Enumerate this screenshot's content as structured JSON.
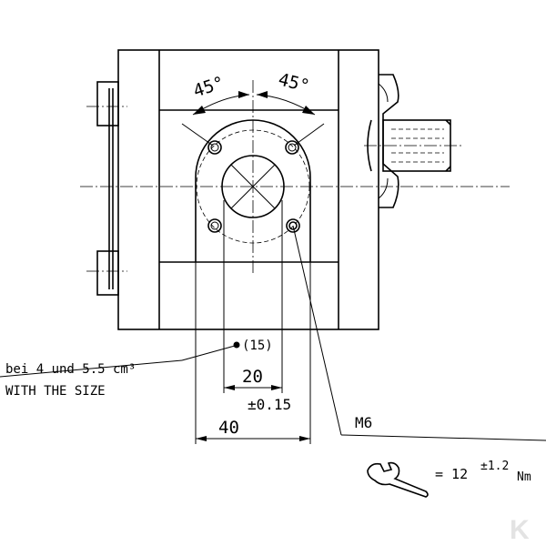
{
  "annotations": {
    "angle_left": "45°",
    "angle_right": "45°",
    "bolt_circle": "(15)",
    "size_note_de": "bei 4 und 5.5 cm³",
    "size_note_en": "WITH THE SIZE",
    "dim_20": "20",
    "tolerance": "±0.15",
    "dim_40": "40",
    "thread": "M6",
    "torque_prefix": "= 12",
    "torque_tolerance": "±1.2",
    "torque_unit": "Nm"
  },
  "watermark": "K",
  "icons": {
    "torque_tool": "wrench-icon"
  }
}
